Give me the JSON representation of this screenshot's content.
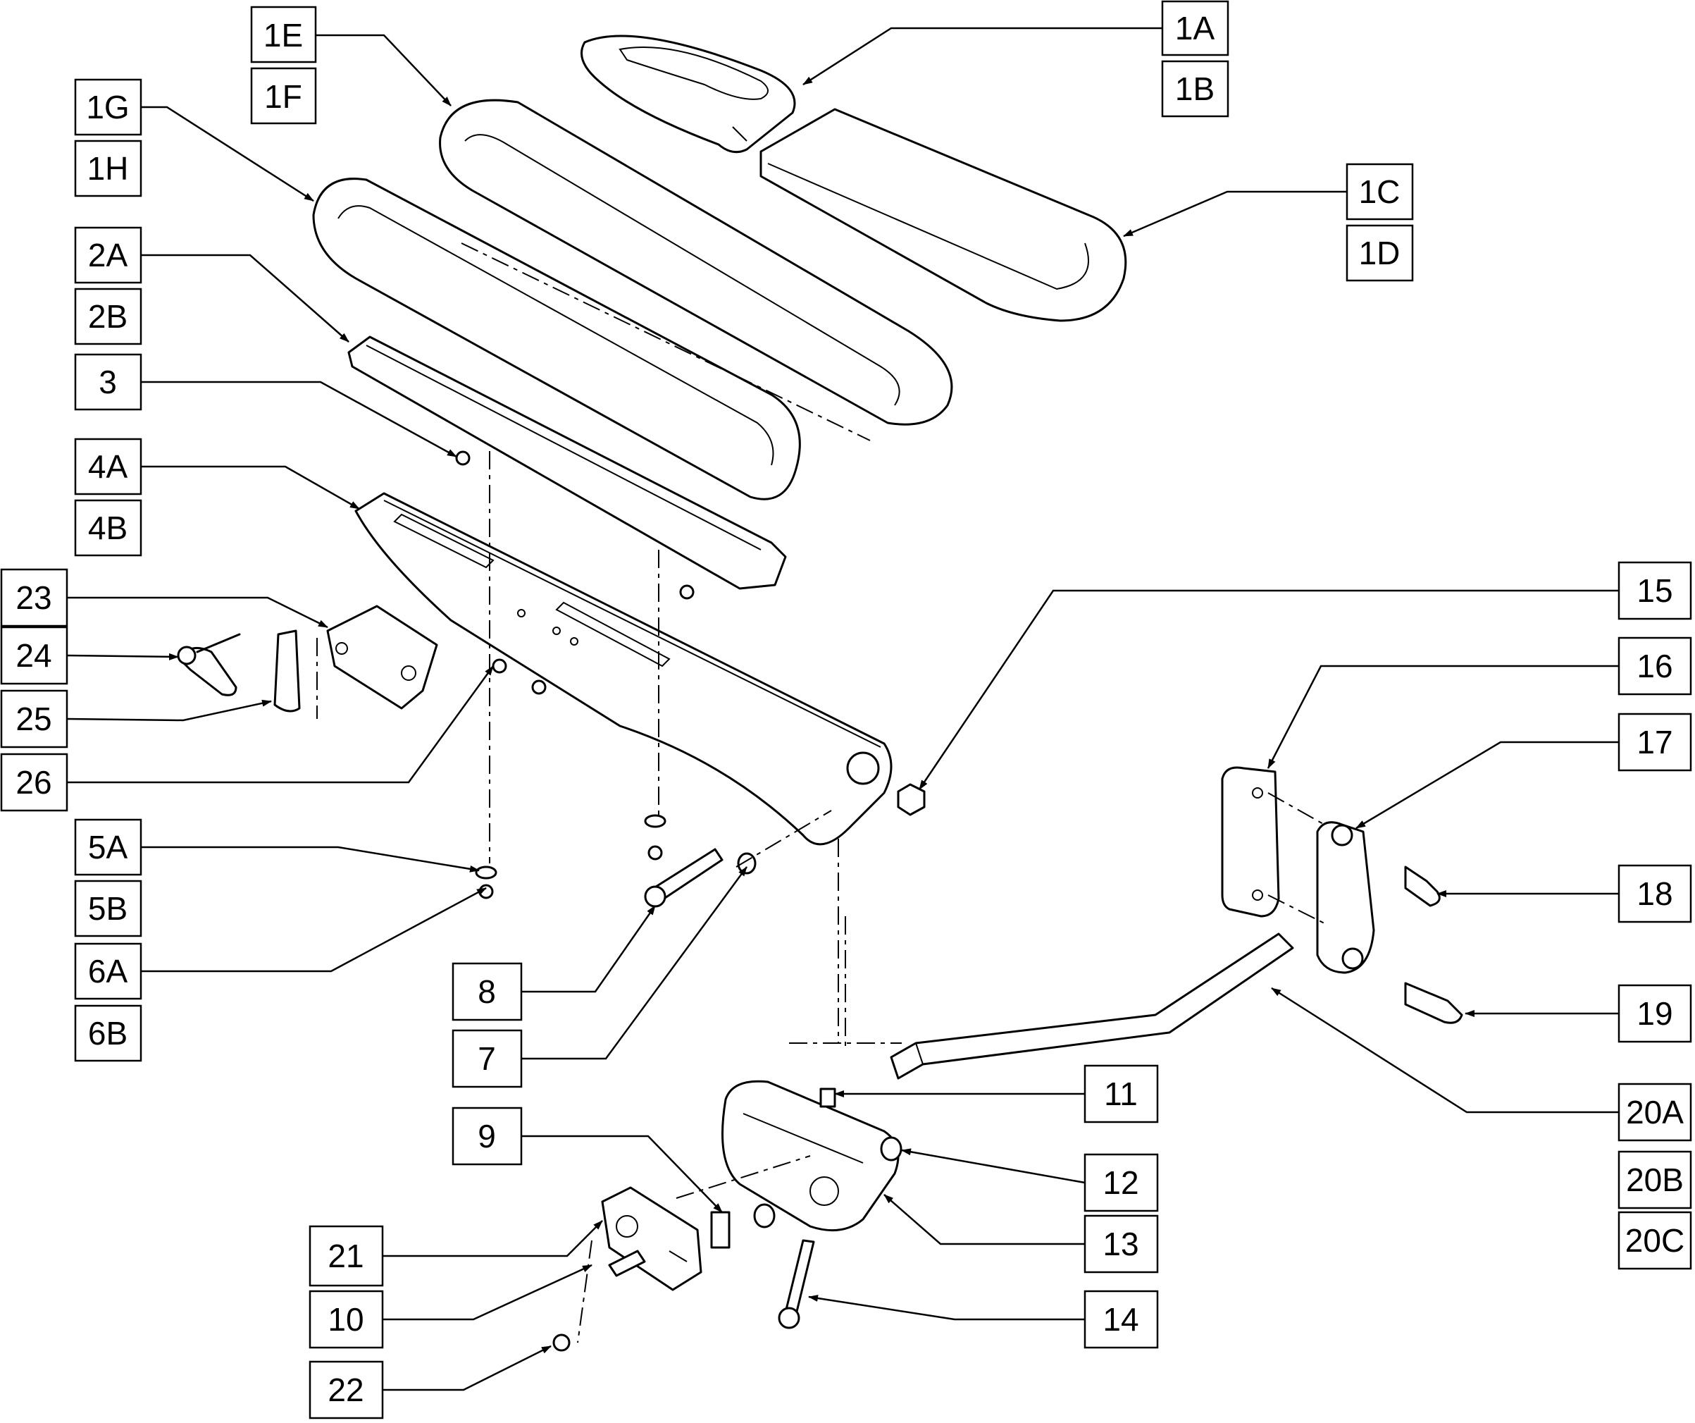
{
  "callouts": [
    {
      "id": "1E",
      "label": "1E"
    },
    {
      "id": "1F",
      "label": "1F"
    },
    {
      "id": "1A",
      "label": "1A"
    },
    {
      "id": "1B",
      "label": "1B"
    },
    {
      "id": "1G",
      "label": "1G"
    },
    {
      "id": "1H",
      "label": "1H"
    },
    {
      "id": "1C",
      "label": "1C"
    },
    {
      "id": "1D",
      "label": "1D"
    },
    {
      "id": "2A",
      "label": "2A"
    },
    {
      "id": "2B",
      "label": "2B"
    },
    {
      "id": "3",
      "label": "3"
    },
    {
      "id": "4A",
      "label": "4A"
    },
    {
      "id": "4B",
      "label": "4B"
    },
    {
      "id": "23",
      "label": "23"
    },
    {
      "id": "24",
      "label": "24"
    },
    {
      "id": "25",
      "label": "25"
    },
    {
      "id": "26",
      "label": "26"
    },
    {
      "id": "15",
      "label": "15"
    },
    {
      "id": "16",
      "label": "16"
    },
    {
      "id": "17",
      "label": "17"
    },
    {
      "id": "18",
      "label": "18"
    },
    {
      "id": "19",
      "label": "19"
    },
    {
      "id": "5A",
      "label": "5A"
    },
    {
      "id": "5B",
      "label": "5B"
    },
    {
      "id": "6A",
      "label": "6A"
    },
    {
      "id": "6B",
      "label": "6B"
    },
    {
      "id": "8",
      "label": "8"
    },
    {
      "id": "7",
      "label": "7"
    },
    {
      "id": "11",
      "label": "11"
    },
    {
      "id": "20A",
      "label": "20A"
    },
    {
      "id": "20B",
      "label": "20B"
    },
    {
      "id": "20C",
      "label": "20C"
    },
    {
      "id": "9",
      "label": "9"
    },
    {
      "id": "12",
      "label": "12"
    },
    {
      "id": "13",
      "label": "13"
    },
    {
      "id": "21",
      "label": "21"
    },
    {
      "id": "10",
      "label": "10"
    },
    {
      "id": "14",
      "label": "14"
    },
    {
      "id": "22",
      "label": "22"
    }
  ]
}
